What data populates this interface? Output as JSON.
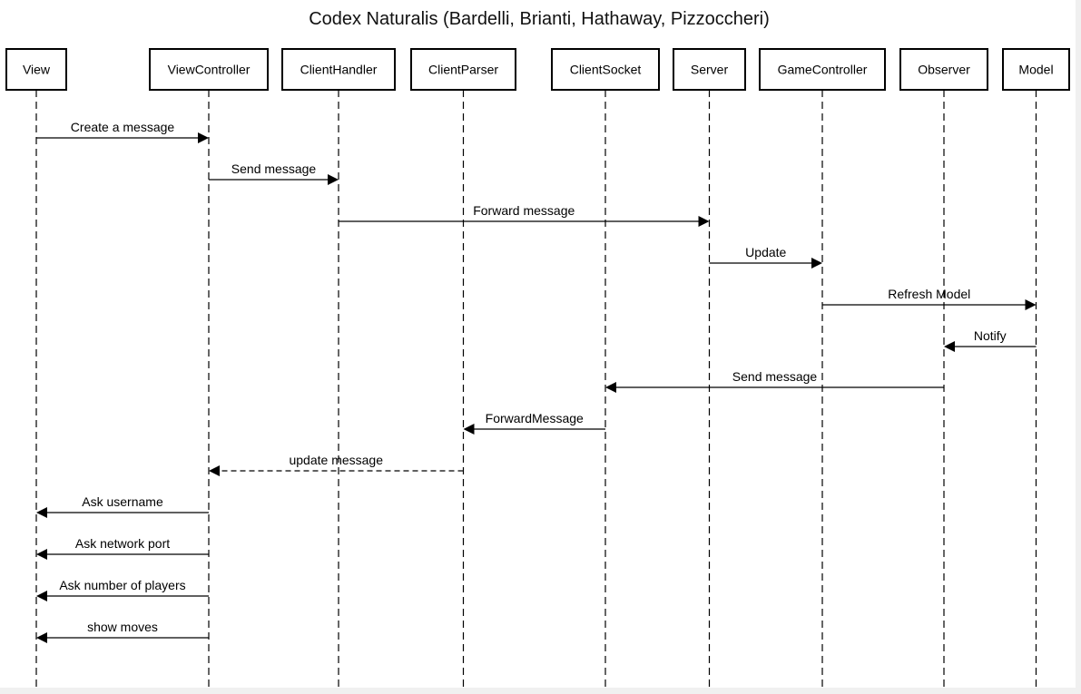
{
  "title": "Codex Naturalis (Bardelli, Brianti, Hathaway, Pizzoccheri)",
  "participants": [
    {
      "id": "view",
      "label": "View"
    },
    {
      "id": "viewcontroller",
      "label": "ViewController"
    },
    {
      "id": "clienthandler",
      "label": "ClientHandler"
    },
    {
      "id": "clientparser",
      "label": "ClientParser"
    },
    {
      "id": "clientsocket",
      "label": "ClientSocket"
    },
    {
      "id": "server",
      "label": "Server"
    },
    {
      "id": "gamecontroller",
      "label": "GameController"
    },
    {
      "id": "observer",
      "label": "Observer"
    },
    {
      "id": "model",
      "label": "Model"
    }
  ],
  "messages": [
    {
      "from": "view",
      "to": "viewcontroller",
      "label": "Create a message",
      "style": "solid"
    },
    {
      "from": "viewcontroller",
      "to": "clienthandler",
      "label": "Send message",
      "style": "solid"
    },
    {
      "from": "clienthandler",
      "to": "server",
      "label": "Forward message",
      "style": "solid"
    },
    {
      "from": "server",
      "to": "gamecontroller",
      "label": "Update",
      "style": "solid"
    },
    {
      "from": "gamecontroller",
      "to": "model",
      "label": "Refresh Model",
      "style": "solid"
    },
    {
      "from": "model",
      "to": "observer",
      "label": "Notify",
      "style": "solid"
    },
    {
      "from": "observer",
      "to": "clientsocket",
      "label": "Send message",
      "style": "solid"
    },
    {
      "from": "clientsocket",
      "to": "clientparser",
      "label": "ForwardMessage",
      "style": "solid"
    },
    {
      "from": "clientparser",
      "to": "viewcontroller",
      "label": "update message",
      "style": "dashed"
    },
    {
      "from": "viewcontroller",
      "to": "view",
      "label": "Ask username",
      "style": "solid"
    },
    {
      "from": "viewcontroller",
      "to": "view",
      "label": "Ask network port",
      "style": "solid"
    },
    {
      "from": "viewcontroller",
      "to": "view",
      "label": "Ask number of players",
      "style": "solid"
    },
    {
      "from": "viewcontroller",
      "to": "view",
      "label": "show moves",
      "style": "solid"
    }
  ]
}
